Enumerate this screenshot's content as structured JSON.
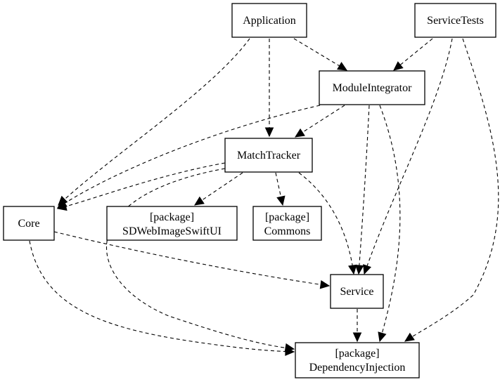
{
  "diagram": {
    "nodes": {
      "application": {
        "lines": [
          "Application"
        ]
      },
      "service_tests": {
        "lines": [
          "ServiceTests"
        ]
      },
      "module_integrator": {
        "lines": [
          "ModuleIntegrator"
        ]
      },
      "match_tracker": {
        "lines": [
          "MatchTracker"
        ]
      },
      "core": {
        "lines": [
          "Core"
        ]
      },
      "sdwebimage": {
        "lines": [
          "[package]",
          "SDWebImageSwiftUI"
        ]
      },
      "commons": {
        "lines": [
          "[package]",
          "Commons"
        ]
      },
      "service": {
        "lines": [
          "Service"
        ]
      },
      "dependency_injection": {
        "lines": [
          "[package]",
          "DependencyInjection"
        ]
      }
    },
    "edges": [
      {
        "from": "Application",
        "to": "Core"
      },
      {
        "from": "Application",
        "to": "MatchTracker"
      },
      {
        "from": "Application",
        "to": "ModuleIntegrator"
      },
      {
        "from": "ServiceTests",
        "to": "ModuleIntegrator"
      },
      {
        "from": "ServiceTests",
        "to": "Service"
      },
      {
        "from": "ServiceTests",
        "to": "DependencyInjection"
      },
      {
        "from": "ModuleIntegrator",
        "to": "Core"
      },
      {
        "from": "ModuleIntegrator",
        "to": "MatchTracker"
      },
      {
        "from": "ModuleIntegrator",
        "to": "Service"
      },
      {
        "from": "ModuleIntegrator",
        "to": "DependencyInjection"
      },
      {
        "from": "MatchTracker",
        "to": "Core"
      },
      {
        "from": "MatchTracker",
        "to": "SDWebImageSwiftUI"
      },
      {
        "from": "MatchTracker",
        "to": "Commons"
      },
      {
        "from": "MatchTracker",
        "to": "Service"
      },
      {
        "from": "MatchTracker",
        "to": "DependencyInjection"
      },
      {
        "from": "Core",
        "to": "Service"
      },
      {
        "from": "Core",
        "to": "DependencyInjection"
      },
      {
        "from": "Service",
        "to": "DependencyInjection"
      }
    ]
  }
}
